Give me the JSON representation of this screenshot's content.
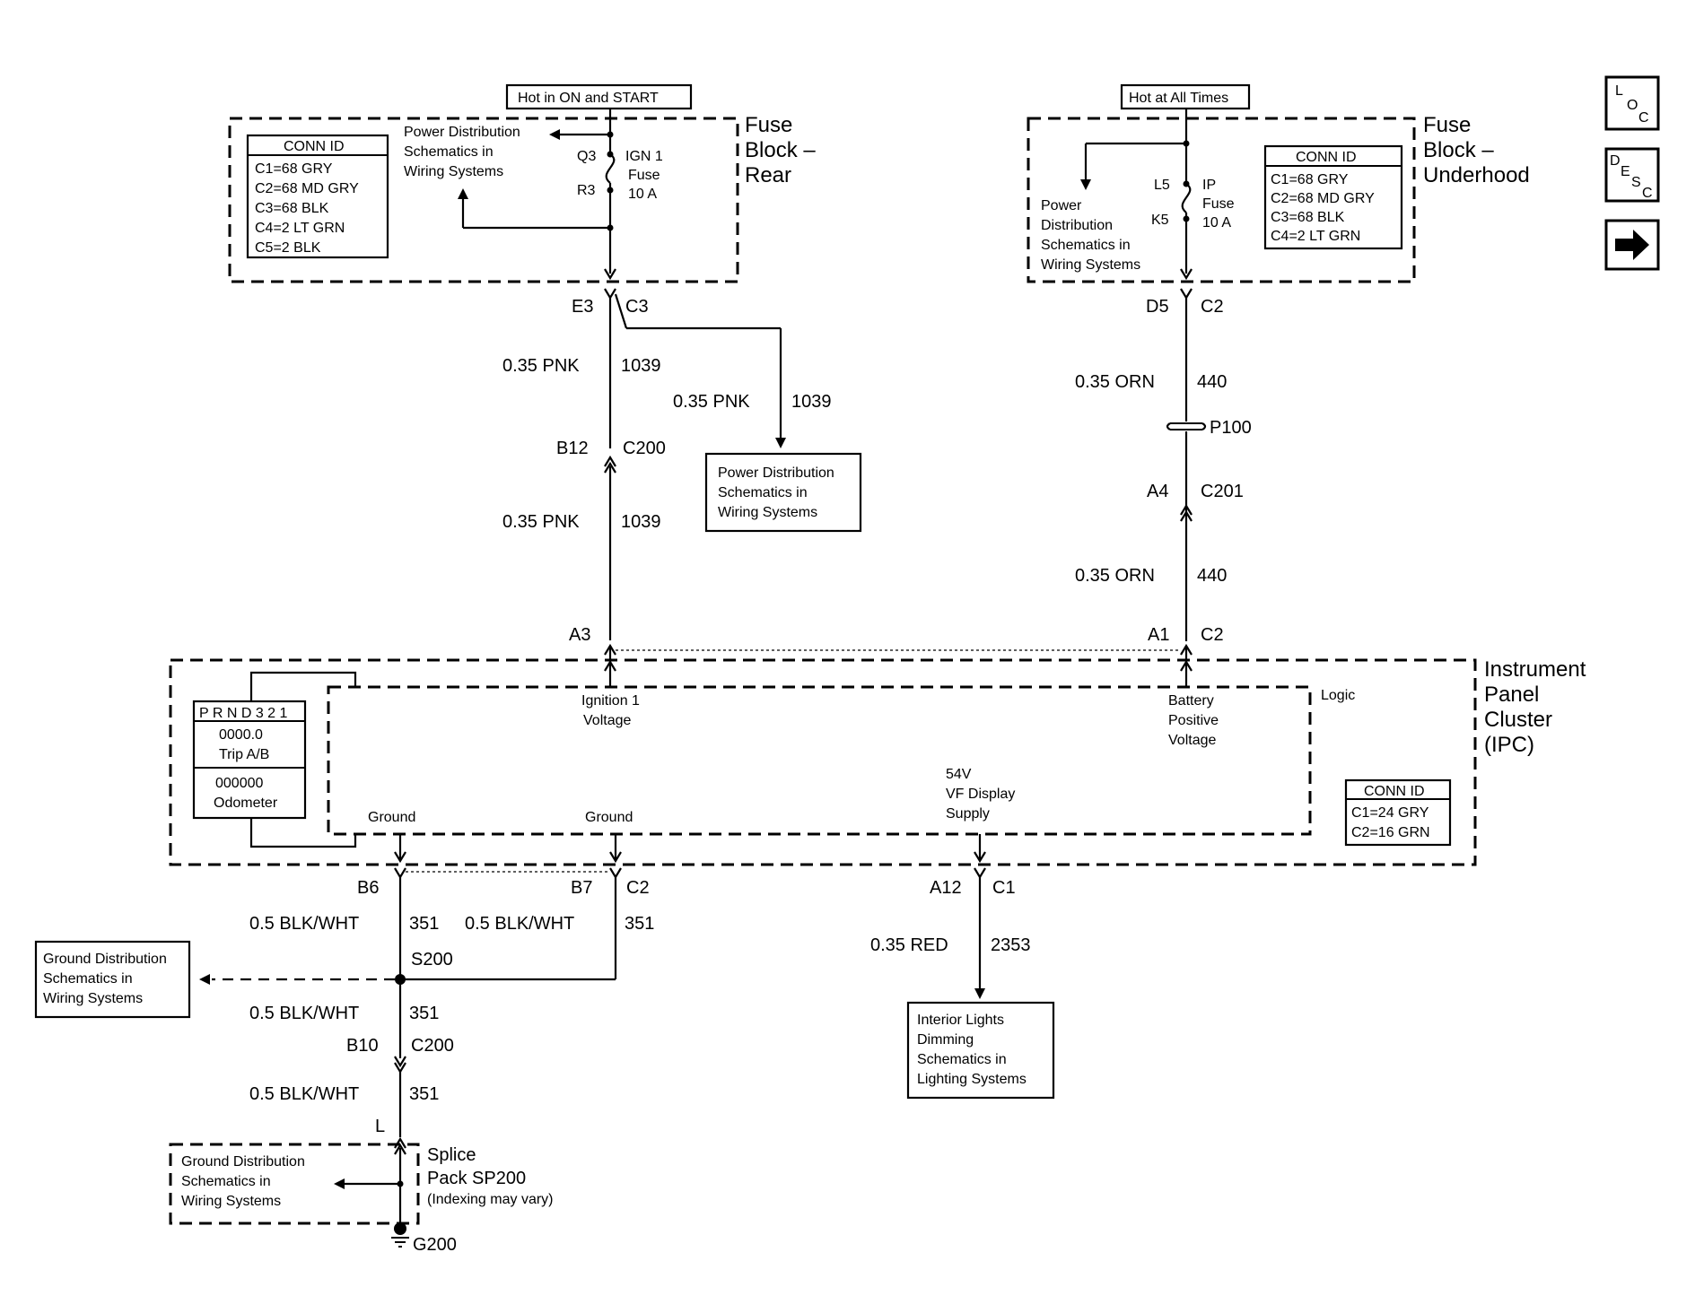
{
  "nav": {
    "loc": [
      "L",
      "O",
      "C"
    ],
    "desc": [
      "D",
      "E",
      "S",
      "C"
    ],
    "next_icon": "arrow-right-icon"
  },
  "headers": {
    "hot_on_start": "Hot in ON and START",
    "hot_all_times": "Hot at All Times"
  },
  "fuse_block_rear": {
    "title": [
      "Fuse",
      "Block –",
      "Rear"
    ],
    "conn_title": "CONN ID",
    "conn": [
      "C1=68 GRY",
      "C2=68 MD GRY",
      "C3=68 BLK",
      "C4=2 LT GRN",
      "C5=2 BLK"
    ],
    "pd_text": [
      "Power Distribution",
      "Schematics in",
      "Wiring Systems"
    ],
    "pin_top": "Q3",
    "pin_bottom": "R3",
    "fuse": [
      "IGN 1",
      "Fuse",
      "10 A"
    ]
  },
  "fuse_block_underhood": {
    "title": [
      "Fuse",
      "Block –",
      "Underhood"
    ],
    "conn_title": "CONN ID",
    "conn": [
      "C1=68 GRY",
      "C2=68 MD GRY",
      "C3=68 BLK",
      "C4=2 LT GRN"
    ],
    "pd_text": [
      "Power",
      "Distribution",
      "Schematics in",
      "Wiring Systems"
    ],
    "pin_top": "L5",
    "pin_bottom": "K5",
    "fuse": [
      "IP",
      "Fuse",
      "10 A"
    ]
  },
  "left_circuit": {
    "e3": "E3",
    "c3": "C3",
    "wire1_gauge": "0.35 PNK",
    "wire1_circ": "1039",
    "branch_gauge": "0.35 PNK",
    "branch_circ": "1039",
    "branch_box": [
      "Power Distribution",
      "Schematics in",
      "Wiring Systems"
    ],
    "b12": "B12",
    "c200": "C200",
    "wire2_gauge": "0.35 PNK",
    "wire2_circ": "1039",
    "a3": "A3"
  },
  "right_circuit": {
    "d5": "D5",
    "c2": "C2",
    "wire1_gauge": "0.35 ORN",
    "wire1_circ": "440",
    "p100": "P100",
    "a4": "A4",
    "c201": "C201",
    "wire2_gauge": "0.35 ORN",
    "wire2_circ": "440",
    "a1": "A1",
    "c2b": "C2"
  },
  "ipc": {
    "title": [
      "Instrument",
      "Panel",
      "Cluster",
      "(IPC)"
    ],
    "logic": "Logic",
    "ign_voltage": [
      "Ignition 1",
      "Voltage"
    ],
    "batt_voltage": [
      "Battery",
      "Positive",
      "Voltage"
    ],
    "display_header": "P R N D 3 2 1",
    "trip_value": "0000.0",
    "trip_label": "Trip A/B",
    "odo_value": "000000",
    "odo_label": "Odometer",
    "ground1": "Ground",
    "ground2": "Ground",
    "vf_supply": [
      "54V",
      "VF Display",
      "Supply"
    ],
    "conn_title": "CONN ID",
    "conn": [
      "C1=24 GRY",
      "C2=16 GRN"
    ]
  },
  "bottom": {
    "b6": "B6",
    "b7": "B7",
    "c2": "C2",
    "w1_gauge": "0.5 BLK/WHT",
    "w1_circ": "351",
    "w2_gauge": "0.5 BLK/WHT",
    "w2_circ": "351",
    "s200": "S200",
    "ground_box": [
      "Ground Distribution",
      "Schematics in",
      "Wiring Systems"
    ],
    "w3_gauge": "0.5 BLK/WHT",
    "w3_circ": "351",
    "b10": "B10",
    "c200": "C200",
    "w4_gauge": "0.5 BLK/WHT",
    "w4_circ": "351",
    "l": "L",
    "splice_box": [
      "Ground Distribution",
      "Schematics in",
      "Wiring Systems"
    ],
    "splice_title": [
      "Splice",
      "Pack SP200"
    ],
    "splice_note": "(Indexing may vary)",
    "g200": "G200",
    "a12": "A12",
    "c1": "C1",
    "w5_gauge": "0.35 RED",
    "w5_circ": "2353",
    "dimming_box": [
      "Interior Lights",
      "Dimming",
      "Schematics in",
      "Lighting Systems"
    ]
  }
}
